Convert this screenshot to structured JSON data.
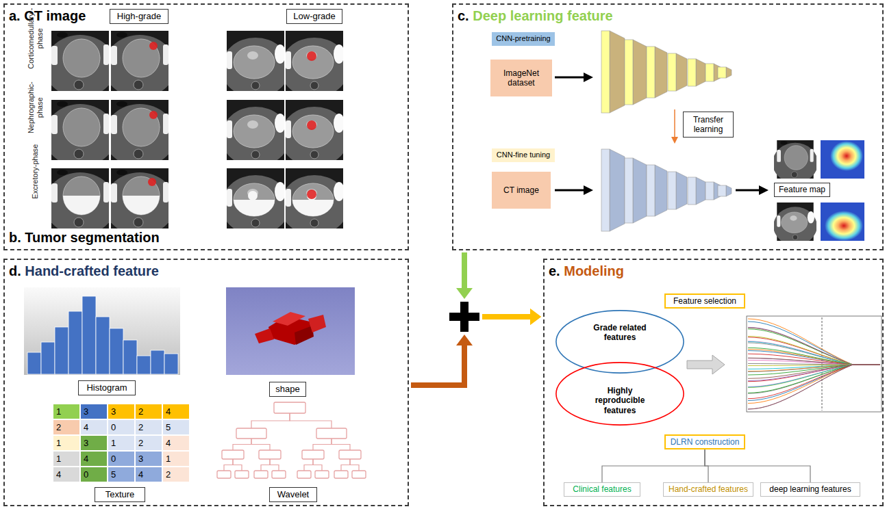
{
  "diagram": {
    "nodes": [
      {
        "text": [
          "a. CT image",
          "b. Tumor segmentation"
        ]
      },
      {
        "text": [
          "High-grade"
        ],
        "in": 0
      },
      {
        "text": [
          "Low-grade"
        ],
        "in": 0
      },
      {
        "text": [
          "c. Deep learning feature"
        ]
      },
      {
        "text": [
          "CNN-pretraining"
        ],
        "in": 3
      },
      {
        "text": [
          "ImageNet dataset"
        ],
        "in": 3
      },
      {
        "text": [
          "Transfer learning"
        ],
        "in": 3
      },
      {
        "text": [
          "CNN-fine tuning"
        ],
        "in": 3
      },
      {
        "text": [
          "CT image"
        ],
        "in": 3
      },
      {
        "text": [
          "Feature map"
        ],
        "in": 3
      },
      {
        "text": [
          "d. Hand-crafted feature"
        ]
      },
      {
        "text": [
          "Histogram"
        ],
        "in": 10
      },
      {
        "text": [
          "shape"
        ],
        "in": 10
      },
      {
        "text": [
          "Texture"
        ],
        "in": 10
      },
      {
        "text": [
          "Wavelet"
        ],
        "in": 10
      },
      {
        "text": [
          "e. Modeling"
        ]
      },
      {
        "text": [
          "Feature selection"
        ],
        "in": 15
      },
      {
        "text": [
          "Grade related features"
        ],
        "in": 15
      },
      {
        "text": [
          "Highly reproducible features"
        ],
        "in": 15
      },
      {
        "text": [
          "DLRN construction"
        ],
        "in": 15
      },
      {
        "text": [
          "Clinical features"
        ],
        "in": 15
      },
      {
        "text": [
          "Hand-crafted features"
        ],
        "in": 15
      },
      {
        "text": [
          "deep learning features"
        ],
        "in": 15
      }
    ],
    "edges": [
      {
        "from": 3,
        "to": 15,
        "arrow": "to"
      },
      {
        "from": 10,
        "to": 15,
        "arrow": "to"
      },
      {
        "from": 19,
        "to": 20,
        "arrow": "none"
      },
      {
        "from": 19,
        "to": 21,
        "arrow": "none"
      },
      {
        "from": 19,
        "to": 22,
        "arrow": "none"
      }
    ],
    "labels": [
      "Corticomedullary -phase",
      "Nephrographic- phase",
      "Excretory-phase",
      "1",
      "3",
      "3",
      "2",
      "4",
      "2",
      "4",
      "0",
      "2",
      "5",
      "1",
      "3",
      "1",
      "2",
      "4",
      "1",
      "4",
      "0",
      "3",
      "1",
      "4",
      "0",
      "5",
      "4",
      "2"
    ]
  }
}
